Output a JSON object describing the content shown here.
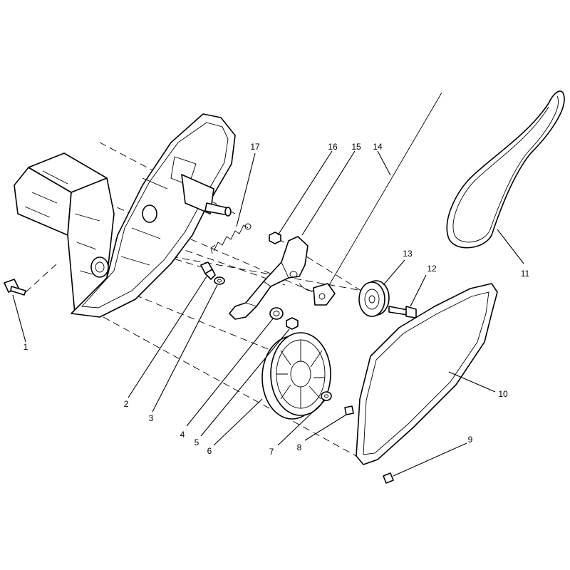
{
  "callouts": [
    {
      "id": "p1",
      "label": "1"
    },
    {
      "id": "p2",
      "label": "2"
    },
    {
      "id": "p3",
      "label": "3"
    },
    {
      "id": "p4",
      "label": "4"
    },
    {
      "id": "p5",
      "label": "5"
    },
    {
      "id": "p6",
      "label": "6"
    },
    {
      "id": "p7",
      "label": "7"
    },
    {
      "id": "p8",
      "label": "8"
    },
    {
      "id": "p9",
      "label": "9"
    },
    {
      "id": "p10",
      "label": "10"
    },
    {
      "id": "p11",
      "label": "11"
    },
    {
      "id": "p12",
      "label": "12"
    },
    {
      "id": "p13",
      "label": "13"
    },
    {
      "id": "p14",
      "label": "14"
    },
    {
      "id": "p15",
      "label": "15"
    },
    {
      "id": "p16",
      "label": "16"
    },
    {
      "id": "p17",
      "label": "17"
    }
  ]
}
